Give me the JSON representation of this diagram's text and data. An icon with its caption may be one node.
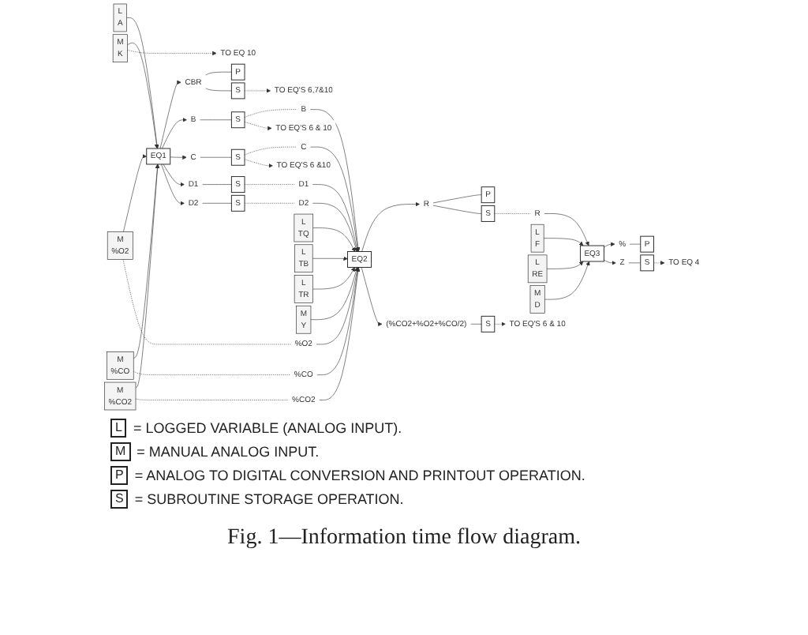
{
  "diagram": {
    "caption": "Fig. 1—Information time flow diagram.",
    "nodes": [
      {
        "text": [
          "EQ1"
        ]
      },
      {
        "text": [
          "L",
          "A"
        ]
      },
      {
        "text": [
          "M",
          "K"
        ]
      },
      {
        "text": [
          "M",
          "%CO"
        ]
      },
      {
        "text": [
          "M",
          "%CO2"
        ]
      },
      {
        "text": [
          "M",
          "%O2"
        ]
      },
      {
        "text": [
          "CBR"
        ]
      },
      {
        "text": [
          "B"
        ]
      },
      {
        "text": [
          "C"
        ]
      },
      {
        "text": [
          "D1"
        ]
      },
      {
        "text": [
          "D2"
        ]
      },
      {
        "text": [
          "P"
        ]
      },
      {
        "text": [
          "S"
        ]
      },
      {
        "text": [
          "S"
        ]
      },
      {
        "text": [
          "S"
        ]
      },
      {
        "text": [
          "S"
        ]
      },
      {
        "text": [
          "S"
        ]
      },
      {
        "text": [
          "B"
        ]
      },
      {
        "text": [
          "C"
        ]
      },
      {
        "text": [
          "D1"
        ]
      },
      {
        "text": [
          "D2"
        ]
      },
      {
        "text": [
          "%O2"
        ]
      },
      {
        "text": [
          "%CO2"
        ]
      },
      {
        "text": [
          "%CO"
        ]
      },
      {
        "text": [
          "L",
          "TQ"
        ]
      },
      {
        "text": [
          "L",
          "TB"
        ]
      },
      {
        "text": [
          "L",
          "TR"
        ]
      },
      {
        "text": [
          "M",
          "Y"
        ]
      },
      {
        "text": [
          "EQ2"
        ]
      },
      {
        "text": [
          "R"
        ]
      },
      {
        "text": [
          "P"
        ]
      },
      {
        "text": [
          "S"
        ]
      },
      {
        "text": [
          "(%CO2+%O2+%CO/2)"
        ]
      },
      {
        "text": [
          "S"
        ]
      },
      {
        "text": [
          "R"
        ]
      },
      {
        "text": [
          "L",
          "F"
        ]
      },
      {
        "text": [
          "L",
          "RE"
        ]
      },
      {
        "text": [
          "M",
          "D"
        ]
      },
      {
        "text": [
          "EQ3"
        ]
      },
      {
        "text": [
          "%"
        ]
      },
      {
        "text": [
          "P"
        ]
      },
      {
        "text": [
          "Z"
        ]
      },
      {
        "text": [
          "S"
        ]
      },
      {
        "text": [
          "TO EQ 4"
        ]
      },
      {
        "text": [
          "TO EQ'S 6 & 10"
        ]
      },
      {
        "text": [
          "TO EQ 10"
        ]
      },
      {
        "text": [
          "TO EQ'S 6 &10"
        ]
      },
      {
        "text": [
          "TO EQ'S 6 & 10"
        ]
      },
      {
        "text": [
          "TO EQ'S 6,7&10"
        ]
      }
    ],
    "edges": [
      {
        "from": 1,
        "to": 0,
        "arrow": "to"
      },
      {
        "from": 2,
        "to": 0,
        "arrow": "to"
      },
      {
        "from": 3,
        "to": 0,
        "arrow": "to"
      },
      {
        "from": 4,
        "to": 0,
        "arrow": "to"
      },
      {
        "from": 5,
        "to": 0,
        "arrow": "to"
      },
      {
        "from": 0,
        "to": 6,
        "arrow": "to"
      },
      {
        "from": 0,
        "to": 7,
        "arrow": "to"
      },
      {
        "from": 0,
        "to": 8,
        "arrow": "to"
      },
      {
        "from": 0,
        "to": 9,
        "arrow": "to"
      },
      {
        "from": 0,
        "to": 10,
        "arrow": "to"
      },
      {
        "from": 6,
        "to": 11,
        "arrow": "none"
      },
      {
        "from": 6,
        "to": 12,
        "arrow": "none"
      },
      {
        "from": 7,
        "to": 13,
        "arrow": "none"
      },
      {
        "from": 8,
        "to": 14,
        "arrow": "none"
      },
      {
        "from": 9,
        "to": 15,
        "arrow": "none"
      },
      {
        "from": 10,
        "to": 16,
        "arrow": "none"
      },
      {
        "from": 13,
        "to": 17,
        "arrow": "none",
        "style": "dashed"
      },
      {
        "from": 14,
        "to": 18,
        "arrow": "none",
        "style": "dashed"
      },
      {
        "from": 15,
        "to": 19,
        "arrow": "none",
        "style": "dashed"
      },
      {
        "from": 16,
        "to": 20,
        "arrow": "none",
        "style": "dashed"
      },
      {
        "from": 5,
        "to": 21,
        "arrow": "none",
        "style": "dashed"
      },
      {
        "from": 4,
        "to": 22,
        "arrow": "none",
        "style": "dashed"
      },
      {
        "from": 3,
        "to": 23,
        "arrow": "none",
        "style": "dashed"
      },
      {
        "from": 17,
        "to": 28,
        "arrow": "to"
      },
      {
        "from": 18,
        "to": 28,
        "arrow": "to"
      },
      {
        "from": 19,
        "to": 28,
        "arrow": "to"
      },
      {
        "from": 20,
        "to": 28,
        "arrow": "to"
      },
      {
        "from": 21,
        "to": 28,
        "arrow": "to"
      },
      {
        "from": 22,
        "to": 28,
        "arrow": "to"
      },
      {
        "from": 23,
        "to": 28,
        "arrow": "to"
      },
      {
        "from": 24,
        "to": 28,
        "arrow": "to"
      },
      {
        "from": 25,
        "to": 28,
        "arrow": "to"
      },
      {
        "from": 26,
        "to": 28,
        "arrow": "to"
      },
      {
        "from": 27,
        "to": 28,
        "arrow": "to"
      },
      {
        "from": 28,
        "to": 29,
        "arrow": "to"
      },
      {
        "from": 28,
        "to": 32,
        "arrow": "to"
      },
      {
        "from": 29,
        "to": 30,
        "arrow": "none"
      },
      {
        "from": 29,
        "to": 31,
        "arrow": "none"
      },
      {
        "from": 32,
        "to": 33,
        "arrow": "none"
      },
      {
        "from": 31,
        "to": 34,
        "arrow": "none",
        "style": "dashed"
      },
      {
        "from": 34,
        "to": 38,
        "arrow": "to"
      },
      {
        "from": 35,
        "to": 38,
        "arrow": "to"
      },
      {
        "from": 36,
        "to": 38,
        "arrow": "to"
      },
      {
        "from": 37,
        "to": 38,
        "arrow": "to"
      },
      {
        "from": 38,
        "to": 39,
        "arrow": "to"
      },
      {
        "from": 38,
        "to": 41,
        "arrow": "to"
      },
      {
        "from": 39,
        "to": 40,
        "arrow": "none"
      },
      {
        "from": 41,
        "to": 42,
        "arrow": "none"
      },
      {
        "from": 42,
        "to": 43,
        "arrow": "to",
        "style": "dashed"
      },
      {
        "from": 33,
        "to": 44,
        "arrow": "to",
        "style": "dashed"
      },
      {
        "from": 2,
        "to": 45,
        "arrow": "to",
        "style": "dashed"
      },
      {
        "from": 14,
        "to": 46,
        "arrow": "to",
        "style": "dashed"
      },
      {
        "from": 13,
        "to": 47,
        "arrow": "to",
        "style": "dashed"
      },
      {
        "from": 12,
        "to": 48,
        "arrow": "to",
        "style": "dashed"
      }
    ],
    "labels": [
      "L",
      "M",
      "P",
      "S"
    ],
    "legend": [
      {
        "text": "= LOGGED VARIABLE (ANALOG INPUT)."
      },
      {
        "text": "= MANUAL ANALOG INPUT."
      },
      {
        "text": "= ANALOG TO DIGITAL CONVERSION AND PRINTOUT OPERATION."
      },
      {
        "text": "= SUBROUTINE STORAGE OPERATION."
      }
    ]
  }
}
